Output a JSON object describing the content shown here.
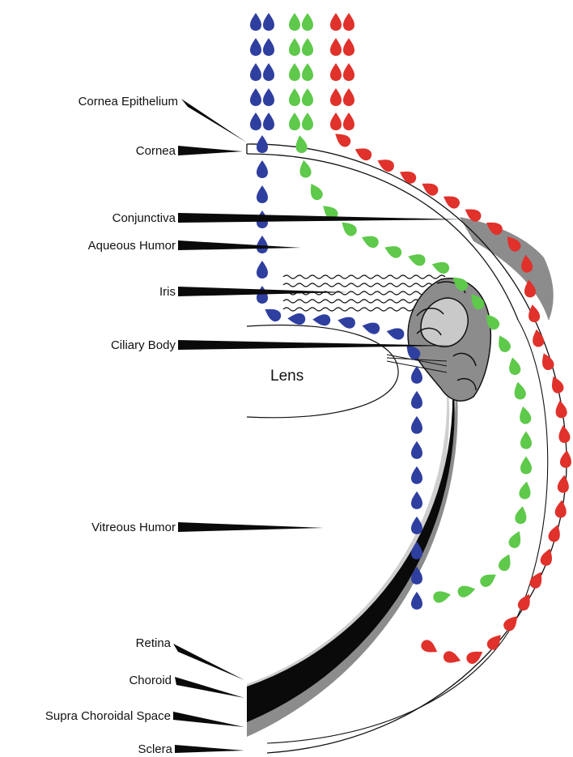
{
  "labels": {
    "cornea_epithelium": "Cornea Epithelium",
    "cornea": "Cornea",
    "conjunctiva": "Conjunctiva",
    "aqueous_humor": "Aqueous Humor",
    "iris": "Iris",
    "ciliary_body": "Ciliary Body",
    "lens": "Lens",
    "vitreous_humor": "Vitreous Humor",
    "retina": "Retina",
    "choroid": "Choroid",
    "supra_choroidal_space": "Supra Choroidal Space",
    "sclera": "Sclera"
  },
  "drop_paths": [
    {
      "id": "blue",
      "color": "#2f3fa0"
    },
    {
      "id": "green",
      "color": "#5ec94a"
    },
    {
      "id": "red",
      "color": "#e0312b"
    }
  ],
  "colors": {
    "black_layer": "#0a0a0a",
    "gray_layer": "#8c8c8c",
    "light_gray": "#c9c9c9",
    "outline": "#111111"
  }
}
